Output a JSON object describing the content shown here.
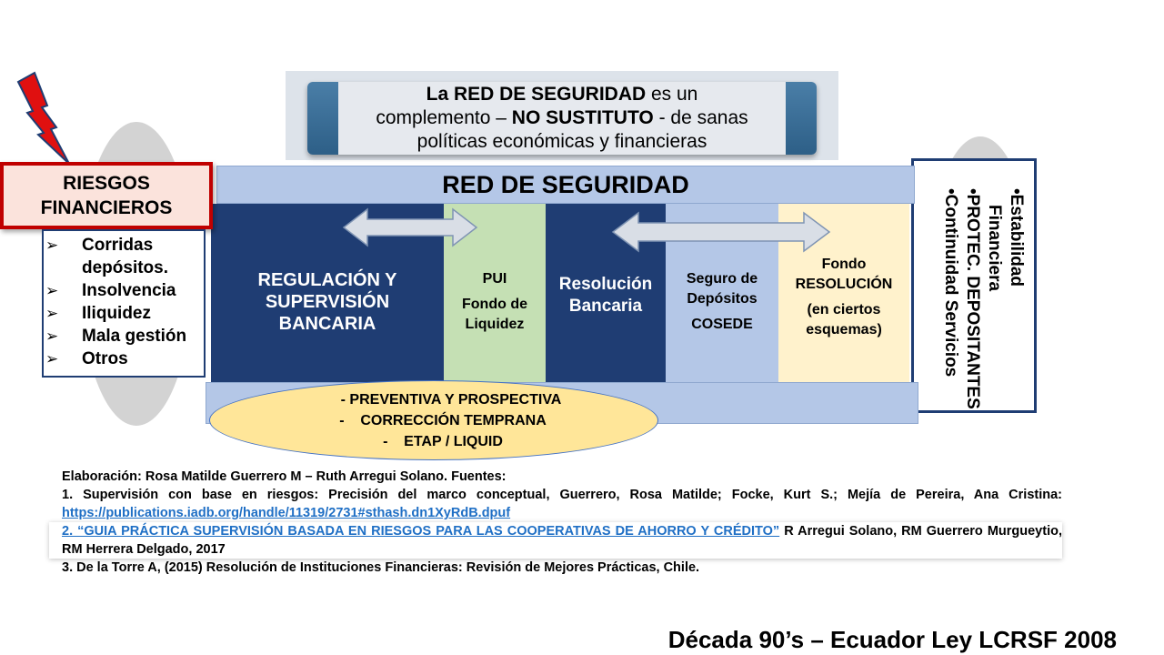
{
  "banner": {
    "line1_bold": "La RED DE SEGURIDAD",
    "line1_rest": " es un",
    "line2_pre": "complemento – ",
    "line2_bold": "NO SUSTITUTO",
    "line2_post": " - de sanas",
    "line3": "políticas económicas y financieras"
  },
  "red_header": "RED DE SEGURIDAD",
  "columns": {
    "regulacion": [
      "REGULACIÓN Y",
      "SUPERVISIÓN",
      "BANCARIA"
    ],
    "pui": [
      "PUI",
      "Fondo de",
      "Liquidez"
    ],
    "resolucion": [
      "Resolución",
      "Bancaria"
    ],
    "seguro": [
      "Seguro de",
      "Depósitos",
      "COSEDE"
    ],
    "fondo": [
      "Fondo",
      "RESOLUCIÓN",
      "(en ciertos",
      "esquemas)"
    ]
  },
  "riesgos": {
    "title_line1": "RIESGOS",
    "title_line2": "FINANCIEROS",
    "marker": "➢",
    "items": [
      [
        "Corridas",
        "depósitos."
      ],
      [
        "Insolvencia"
      ],
      [
        "Iliquidez"
      ],
      [
        "Mala gestión"
      ],
      [
        "Otros"
      ]
    ]
  },
  "right_box": {
    "items": [
      "•Estabilidad",
      "Financiera",
      "•PROTEC. DEPOSITANTES",
      "•Continuidad Servicios"
    ]
  },
  "prevention": {
    "line1": "- PREVENTIVA Y PROSPECTIVA",
    "line2": "-    CORRECCIÓN TEMPRANA",
    "line3": "-    ETAP / LIQUID"
  },
  "sources": {
    "heading": "Elaboración: Rosa Matilde Guerrero M – Ruth Arregui Solano. Fuentes:",
    "ref1_text": "1. Supervisión con base en riesgos: Precisión del marco conceptual, Guerrero, Rosa Matilde; Focke, Kurt S.; Mejía de Pereira, Ana Cristina: ",
    "ref1_link": "https://publications.iadb.org/handle/11319/2731#sthash.dn1XyRdB.dpuf",
    "ref2_link": "2. “GUIA PRÁCTICA SUPERVISIÓN BASADA EN RIESGOS PARA LAS COOPERATIVAS DE AHORRO Y CRÉDITO”",
    "ref2_text": " R Arregui Solano, RM Guerrero Murgueytio, RM Herrera Delgado, 2017",
    "ref3": "3. De la Torre A, (2015) Resolución de Instituciones Financieras: Revisión de Mejores Prácticas, Chile."
  },
  "footer": "Década 90’s – Ecuador Ley LCRSF 2008",
  "colors": {
    "navy": "#1f3d73",
    "light_blue": "#b4c7e7",
    "green": "#c5e0b4",
    "cream": "#fff2cc",
    "yellow": "#ffe699",
    "red": "#c00000",
    "link": "#1f6fc5"
  }
}
